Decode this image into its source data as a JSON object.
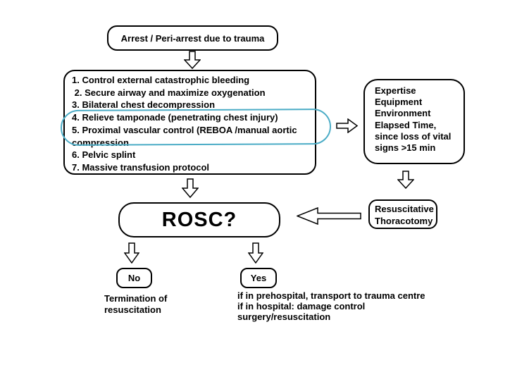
{
  "colors": {
    "background": "#FFFFFF",
    "border": "#000000",
    "text": "#000000",
    "highlight_ellipse": "#4BACC6"
  },
  "nodes": {
    "start": {
      "label": "Arrest / Peri-arrest due to trauma"
    },
    "interventions": {
      "lines": [
        "1. Control external catastrophic bleeding",
        " 2. Secure airway and maximize oxygenation",
        "3. Bilateral chest decompression",
        "4. Relieve tamponade (penetrating chest injury)",
        "5. Proximal vascular control (REBOA /manual aortic",
        "compression",
        "6. Pelvic splint",
        "7. Massive transfusion protocol"
      ]
    },
    "considerations": {
      "lines": [
        "Expertise",
        "Equipment",
        "Environment",
        "Elapsed Time,",
        "since loss of vital",
        "signs >15 min"
      ]
    },
    "thoracotomy": {
      "lines": [
        "Resuscitative",
        "Thoracotomy"
      ]
    },
    "rosc": {
      "label": "ROSC?"
    },
    "no": {
      "label": "No"
    },
    "yes": {
      "label": "Yes"
    },
    "termination": {
      "lines": [
        "Termination of",
        "resuscitation"
      ]
    },
    "yes_outcome": {
      "lines": [
        "if in prehospital, transport to trauma centre",
        "if in hospital: damage control",
        "surgery/resuscitation"
      ]
    }
  }
}
